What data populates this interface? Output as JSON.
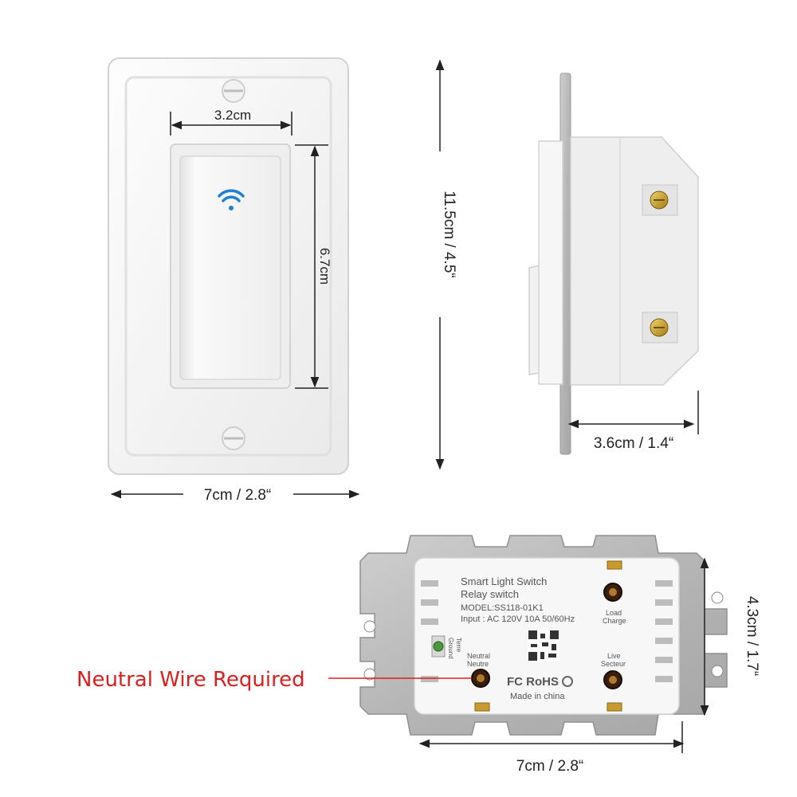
{
  "dimensions": {
    "paddle_width": "3.2cm",
    "paddle_height": "6.7cm",
    "total_height": "11.5cm / 4.5“",
    "plate_width": "7cm / 2.8“",
    "depth": "3.6cm / 1.4“",
    "back_height": "4.3cm / 1.7“",
    "back_width": "7cm / 2.8“"
  },
  "label": {
    "line1": "Smart Light Switch",
    "line2": "Relay switch",
    "model": "MODEL:SS118-01K1",
    "input": "Input : AC 120V 10A  50/60Hz",
    "ground_en": "Ground",
    "ground_fr": "Terre",
    "neutral_en": "Neutral",
    "neutral_fr": "Neutre",
    "load_en": "Load",
    "load_fr": "Charge",
    "live_en": "Live",
    "live_fr": "Secteur",
    "certs": "FC RoHS",
    "made_in": "Made in china"
  },
  "callout": "Neutral Wire Required",
  "colors": {
    "callout": "#d9201e",
    "wifi": "#1e7fd6",
    "plate": "#f7f7f7",
    "metal": "#bdbdbd"
  }
}
